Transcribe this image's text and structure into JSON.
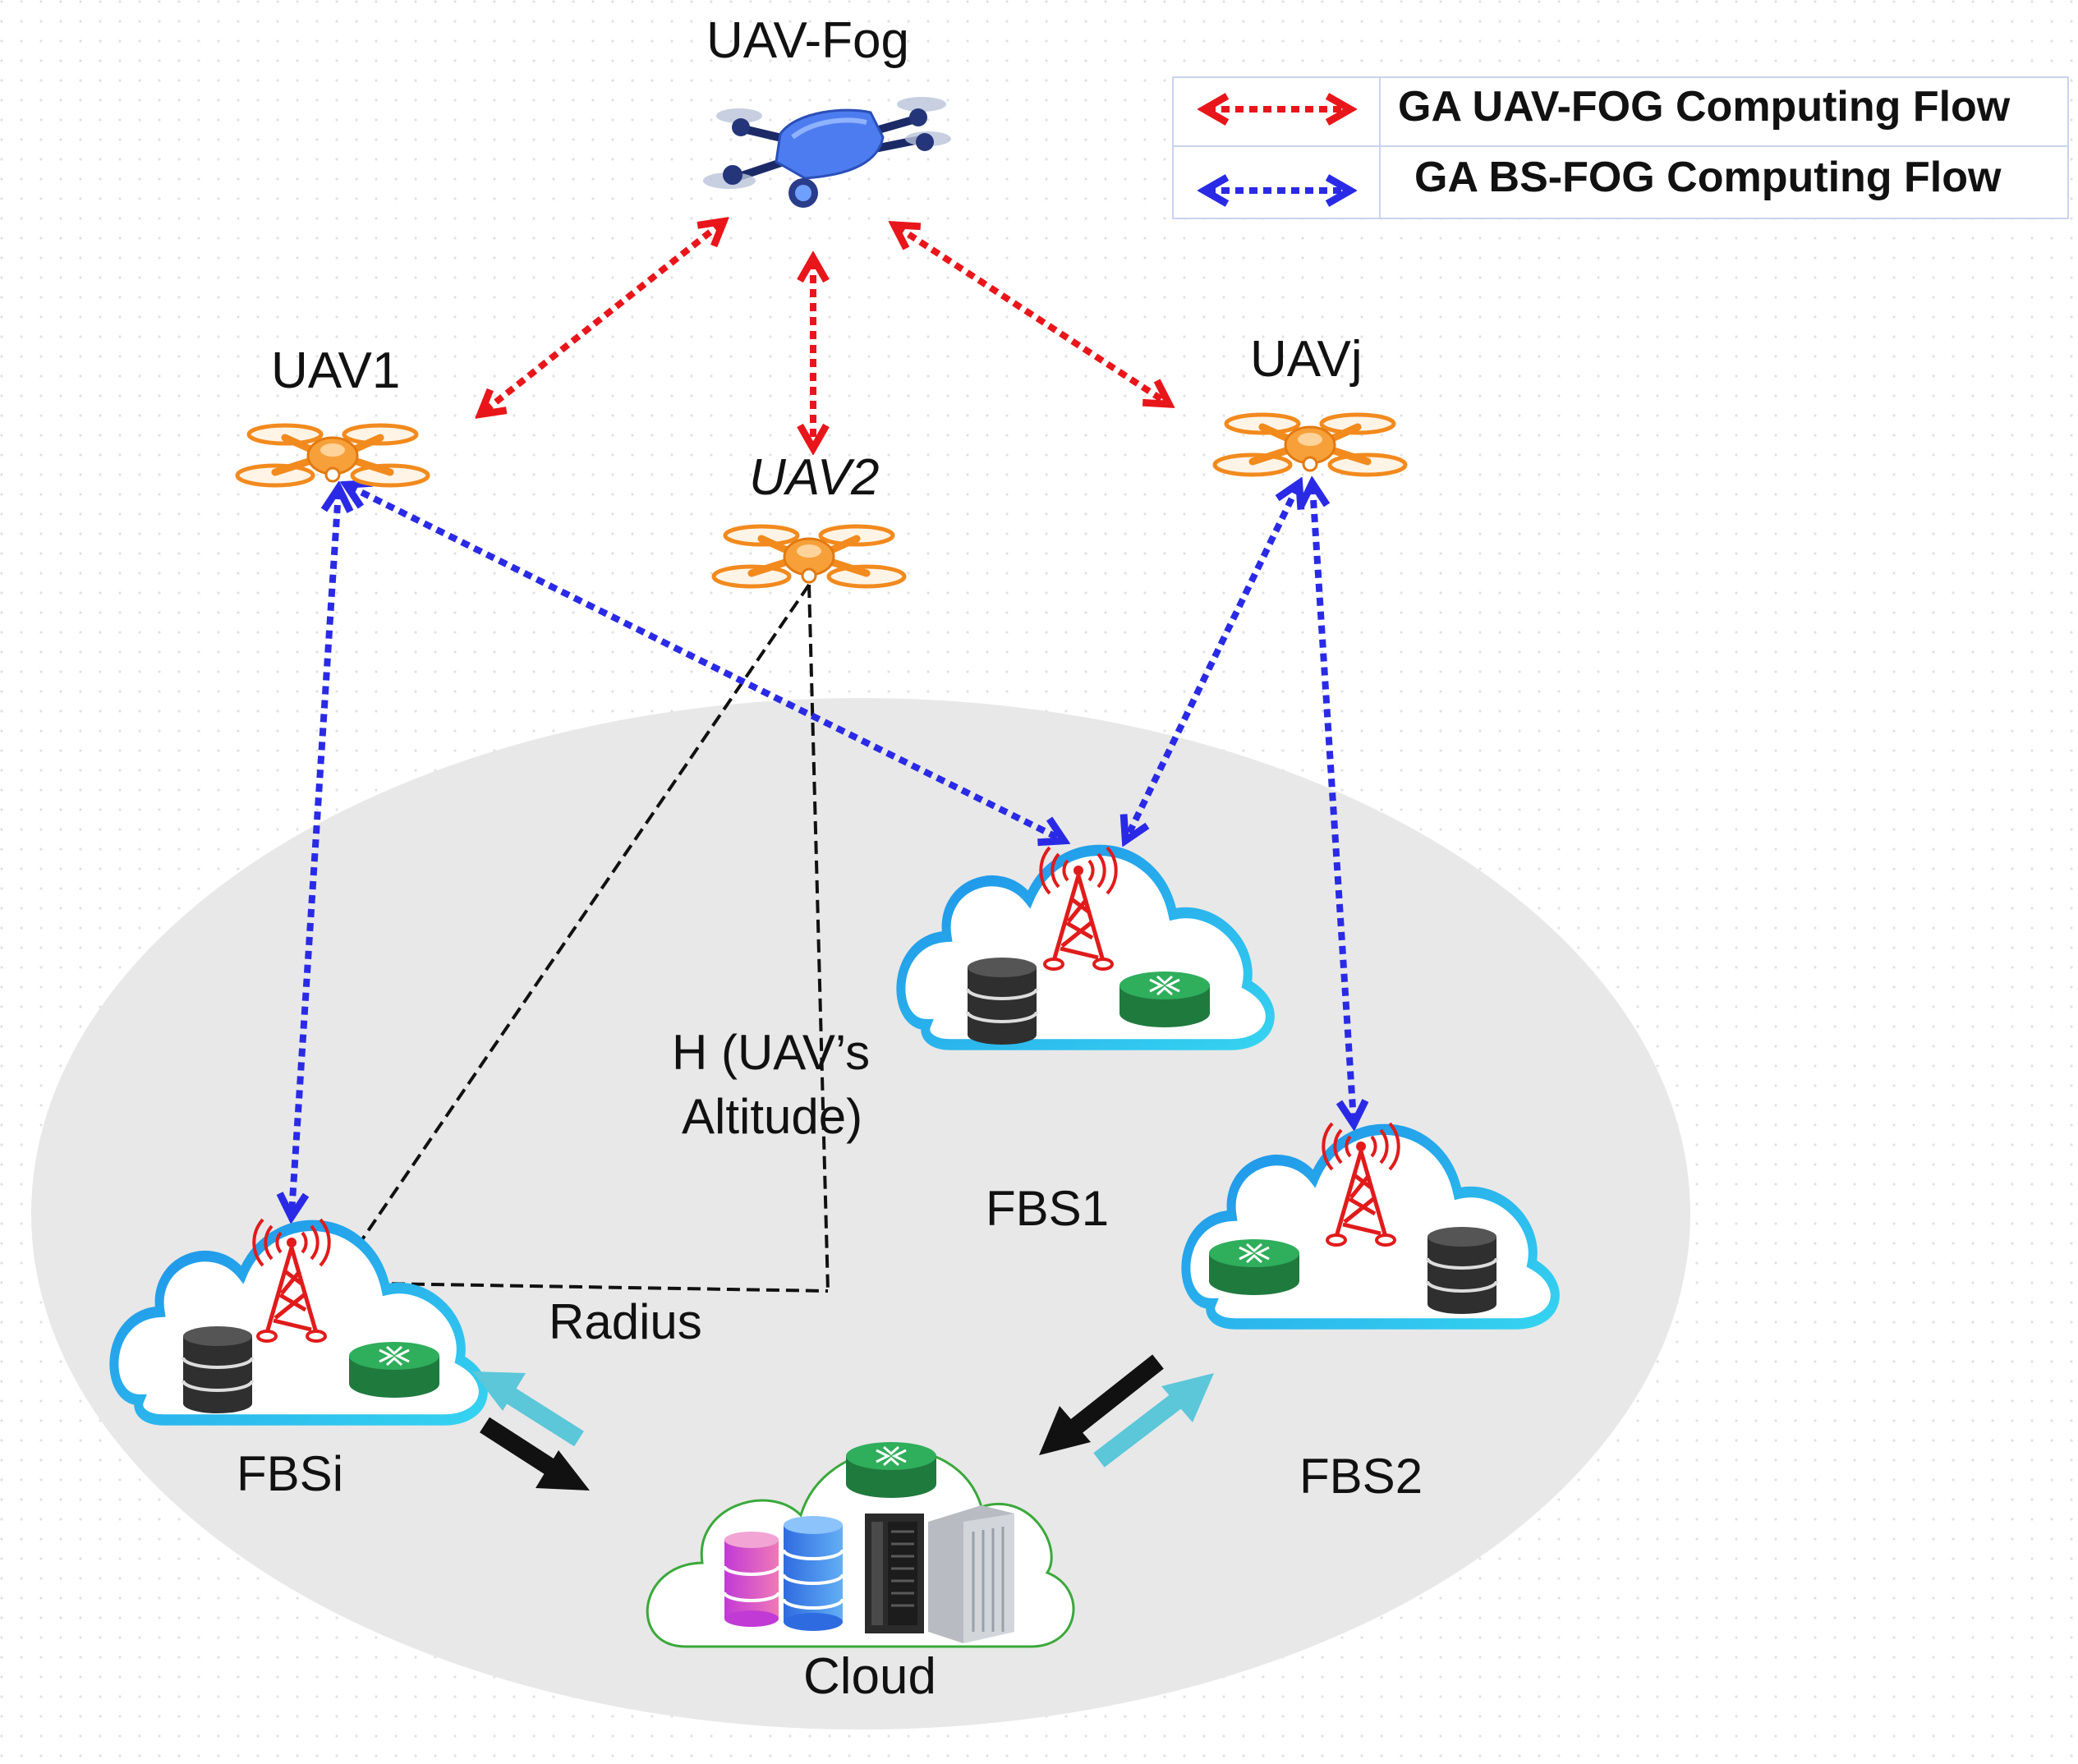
{
  "title": "UAV-Fog",
  "uav_labels": {
    "uav1": "UAV1",
    "uav2": "UAV2",
    "uavj": "UAVj"
  },
  "fbs_labels": {
    "fbs1": "FBS1",
    "fbs2": "FBS2",
    "fbsi": "FBSi"
  },
  "cloud_label": "Cloud",
  "altitude_label": {
    "line1": "H (UAV’s",
    "line2": "Altitude)"
  },
  "radius_label": "Radius",
  "legend": {
    "uav_fog_flow": "GA UAV-FOG Computing Flow",
    "bs_fog_flow": "GA BS-FOG Computing Flow"
  },
  "colors": {
    "uav_fog_flow": "#e8161b",
    "bs_fog_flow": "#2a2ae6",
    "coverage_area": "#e8e8e8",
    "fbs_cloud_outline": "#1aa3ee",
    "cloud_outline": "#3aa83a",
    "uav": "#f28a1e",
    "uav_fog": "#3f6ee0",
    "tower": "#e11b1b",
    "router": "#1f9e52",
    "upload_arrow": "#5bc7d9",
    "download_arrow": "#111111"
  },
  "icons": [
    "quadcopter-icon",
    "drone-icon",
    "cell-tower-icon",
    "database-icon",
    "router-icon",
    "server-rack-icon"
  ]
}
